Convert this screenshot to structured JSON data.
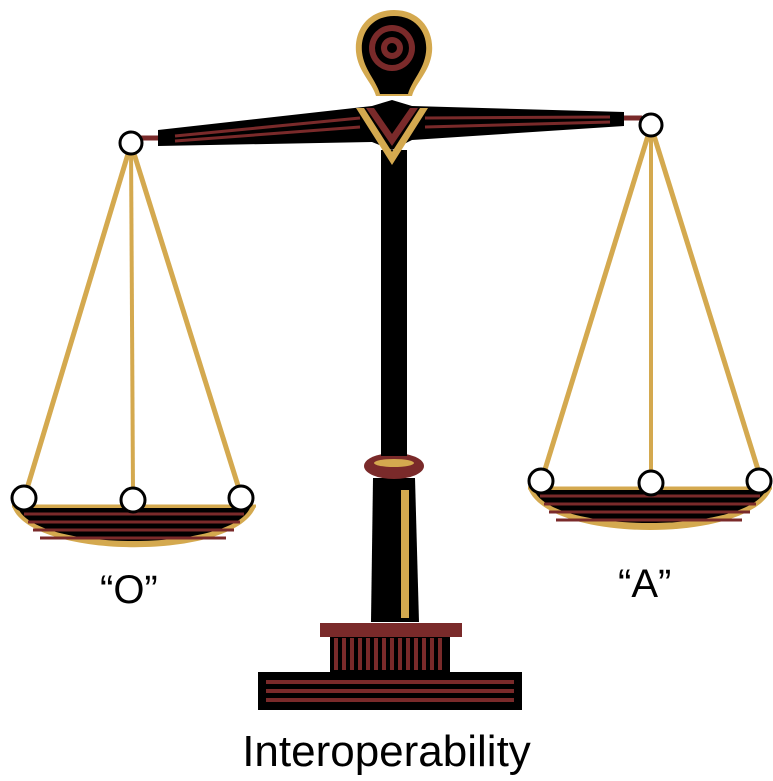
{
  "diagram": {
    "left_pan_label": "“O”",
    "right_pan_label": "“A”",
    "caption": "Interoperability"
  },
  "colors": {
    "ink": "#000000",
    "maroon": "#7a2a2a",
    "gold": "#d4a94f",
    "background": "#ffffff"
  },
  "icons": {
    "scale": "balance-scale-icon"
  }
}
